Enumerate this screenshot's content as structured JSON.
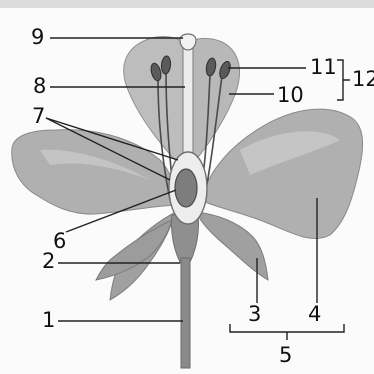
{
  "labels": {
    "l1": "1",
    "l2": "2",
    "l3": "3",
    "l4": "4",
    "l5": "5",
    "l6": "6",
    "l7": "7",
    "l8": "8",
    "l9": "9",
    "l10": "10",
    "l11": "11",
    "l12": "12"
  },
  "colors": {
    "petal": "#b4b4b4",
    "petal_dark": "#8d8d8d",
    "sepal": "#9a9a9a",
    "stem": "#8a8a8a",
    "pistil": "#e9e9e9",
    "line": "#222222"
  }
}
